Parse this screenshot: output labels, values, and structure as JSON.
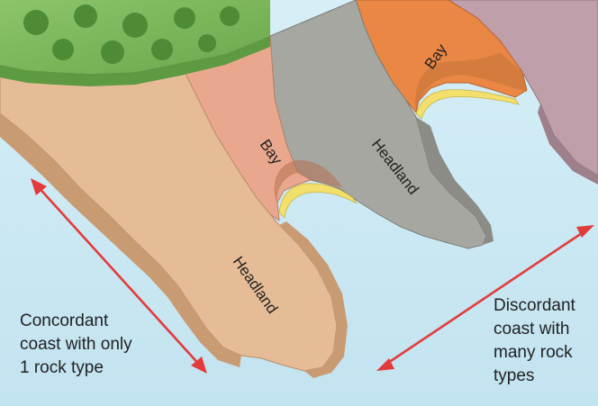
{
  "labels": {
    "bay_upper": "Bay",
    "bay_lower": "Bay",
    "headland_upper": "Headland",
    "headland_lower": "Headland"
  },
  "captions": {
    "concordant": [
      "Concordant",
      "coast with only",
      "1 rock type"
    ],
    "discordant": [
      "Discordant",
      "coast with",
      "many rock",
      "types"
    ]
  },
  "colors": {
    "sea": "#c6e6f2",
    "arrow": "#e23b3b",
    "forest": "#7cb65a",
    "sand_rock": "#e6bc96",
    "grey_rock": "#a7a7a2",
    "pink_rock": "#e9a88e",
    "orange_rock": "#ea8745",
    "purple_rock": "#bfa0aa",
    "beach": "#f3df6c"
  }
}
